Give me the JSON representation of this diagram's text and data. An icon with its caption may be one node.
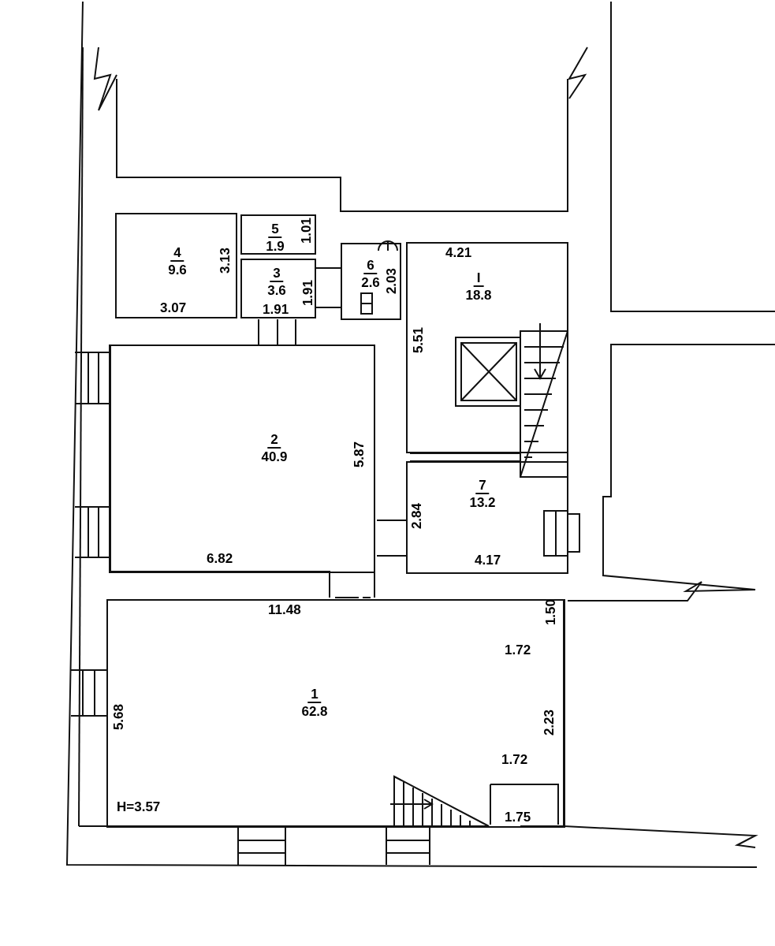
{
  "diagram": {
    "nodes": [
      {
        "text": [
          "4",
          "9.6"
        ]
      },
      {
        "text": [
          "5",
          "1.9"
        ]
      },
      {
        "text": [
          "3",
          "3.6"
        ]
      },
      {
        "text": [
          "6",
          "2.6"
        ]
      },
      {
        "text": [
          "I",
          "18.8"
        ]
      },
      {
        "text": [
          "2",
          "40.9"
        ]
      },
      {
        "text": [
          "7",
          "13.2"
        ]
      },
      {
        "text": [
          "1",
          "62.8"
        ]
      }
    ],
    "labels": [
      "1.01",
      "4.21",
      "3.13",
      "2.03",
      "1.91",
      "3.07",
      "1.91",
      "5.51",
      "5.87",
      "2.84",
      "6.82",
      "4.17",
      "11.48",
      "1.50",
      "1.72",
      "5.68",
      "2.23",
      "1.72",
      "H=3.57",
      "1.75"
    ]
  }
}
